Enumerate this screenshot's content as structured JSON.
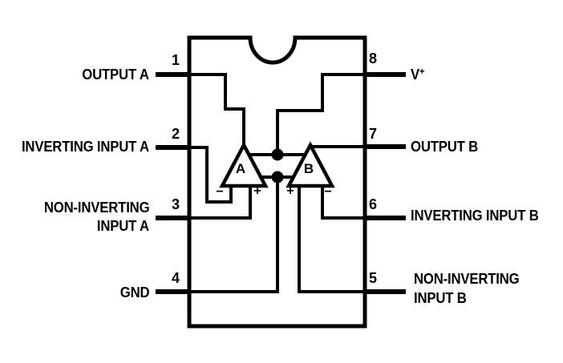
{
  "diagram": {
    "type": "ic-pinout-connection-diagram",
    "package_pins": 8
  },
  "pins": {
    "left": [
      {
        "number": "1",
        "lines": [
          "OUTPUT A"
        ]
      },
      {
        "number": "2",
        "lines": [
          "INVERTING INPUT A"
        ]
      },
      {
        "number": "3",
        "lines": [
          "NON-INVERTING",
          "INPUT A"
        ]
      },
      {
        "number": "4",
        "lines": [
          "GND"
        ]
      }
    ],
    "right": [
      {
        "number": "8",
        "lines": [
          "V"
        ],
        "superscript": "+"
      },
      {
        "number": "7",
        "lines": [
          "OUTPUT B"
        ]
      },
      {
        "number": "6",
        "lines": [
          "INVERTING INPUT B"
        ]
      },
      {
        "number": "5",
        "lines": [
          "NON-INVERTING",
          "INPUT B"
        ]
      }
    ]
  },
  "opamps": [
    {
      "label": "A",
      "left_sign": "−",
      "right_sign": "+"
    },
    {
      "label": "B",
      "left_sign": "+",
      "right_sign": "−"
    }
  ],
  "colors": {
    "ink": "#000000",
    "background": "#ffffff"
  }
}
